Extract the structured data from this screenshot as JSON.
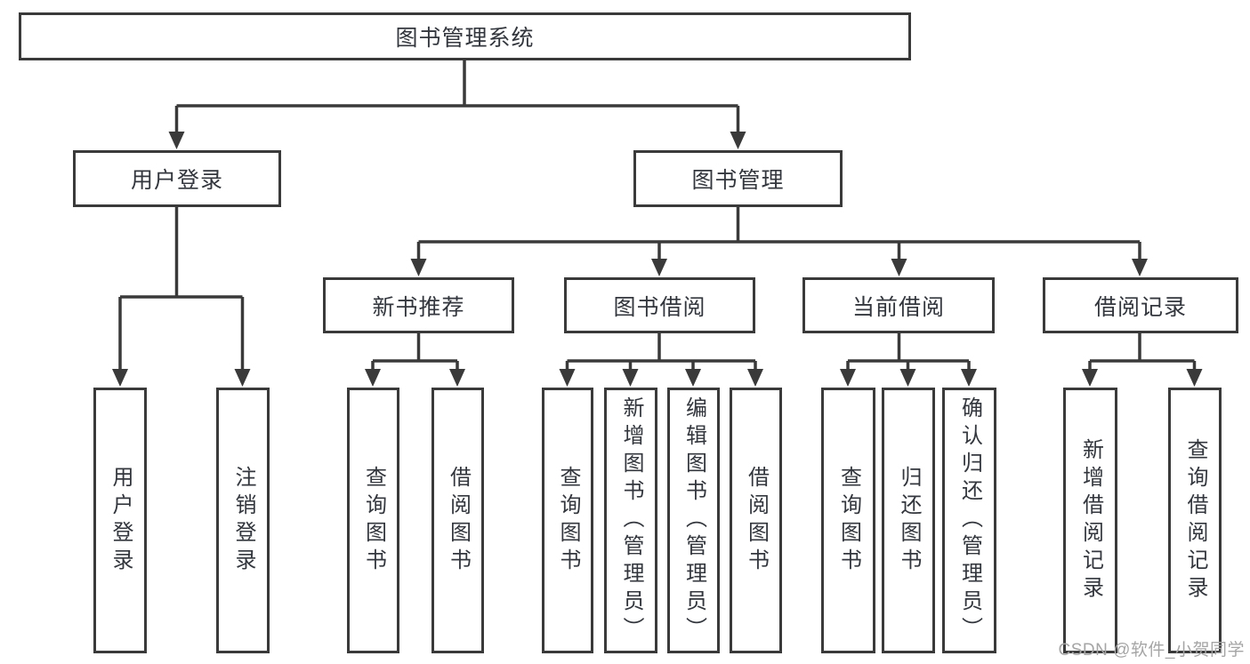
{
  "diagram": {
    "type": "tree",
    "tree": {
      "label": "图书管理系统",
      "children": [
        {
          "label": "用户登录",
          "children": [
            {
              "label": "用户登录"
            },
            {
              "label": "注销登录"
            }
          ]
        },
        {
          "label": "图书管理",
          "children": [
            {
              "label": "新书推荐",
              "children": [
                {
                  "label": "查询图书"
                },
                {
                  "label": "借阅图书"
                }
              ]
            },
            {
              "label": "图书借阅",
              "children": [
                {
                  "label": "查询图书"
                },
                {
                  "label": "新增图书（管理员）"
                },
                {
                  "label": "编辑图书（管理员）"
                },
                {
                  "label": "借阅图书"
                }
              ]
            },
            {
              "label": "当前借阅",
              "children": [
                {
                  "label": "查询图书"
                },
                {
                  "label": "归还图书"
                },
                {
                  "label": "确认归还（管理员）"
                }
              ]
            },
            {
              "label": "借阅记录",
              "children": [
                {
                  "label": "新增借阅记录"
                },
                {
                  "label": "查询借阅记录"
                }
              ]
            }
          ]
        }
      ]
    },
    "colors": {
      "line": "#3a3a3a",
      "text": "#33373d",
      "background": "#ffffff",
      "watermark": "#a5a5a5"
    }
  },
  "watermark": {
    "text": "CSDN @软件_小贺同学"
  }
}
